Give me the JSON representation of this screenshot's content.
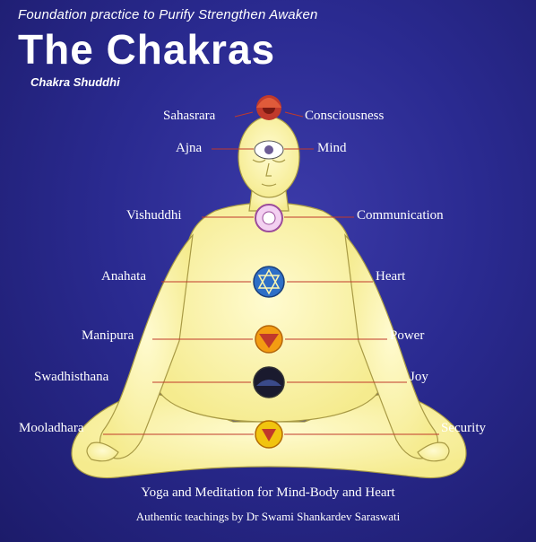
{
  "header": {
    "tagline": "Foundation practice to Purify Strengthen Awaken",
    "title": "The Chakras",
    "subtitle": "Chakra Shuddhi"
  },
  "chakras": [
    {
      "name": "Sahasrara",
      "meaning": "Consciousness"
    },
    {
      "name": "Ajna",
      "meaning": "Mind"
    },
    {
      "name": "Vishuddhi",
      "meaning": "Communication"
    },
    {
      "name": "Anahata",
      "meaning": "Heart"
    },
    {
      "name": "Manipura",
      "meaning": "Power"
    },
    {
      "name": "Swadhisthana",
      "meaning": "Joy"
    },
    {
      "name": "Mooladhara",
      "meaning": "Security"
    }
  ],
  "footer": {
    "line1": "Yoga and Meditation for Mind-Body and Heart",
    "line2": "Authentic teachings by Dr Swami Shankardev Saraswati"
  },
  "colors": {
    "background": "#2a2a90",
    "figure": "#fff7b0",
    "figure_outline": "#a89a45",
    "connector": "#c0392b"
  }
}
